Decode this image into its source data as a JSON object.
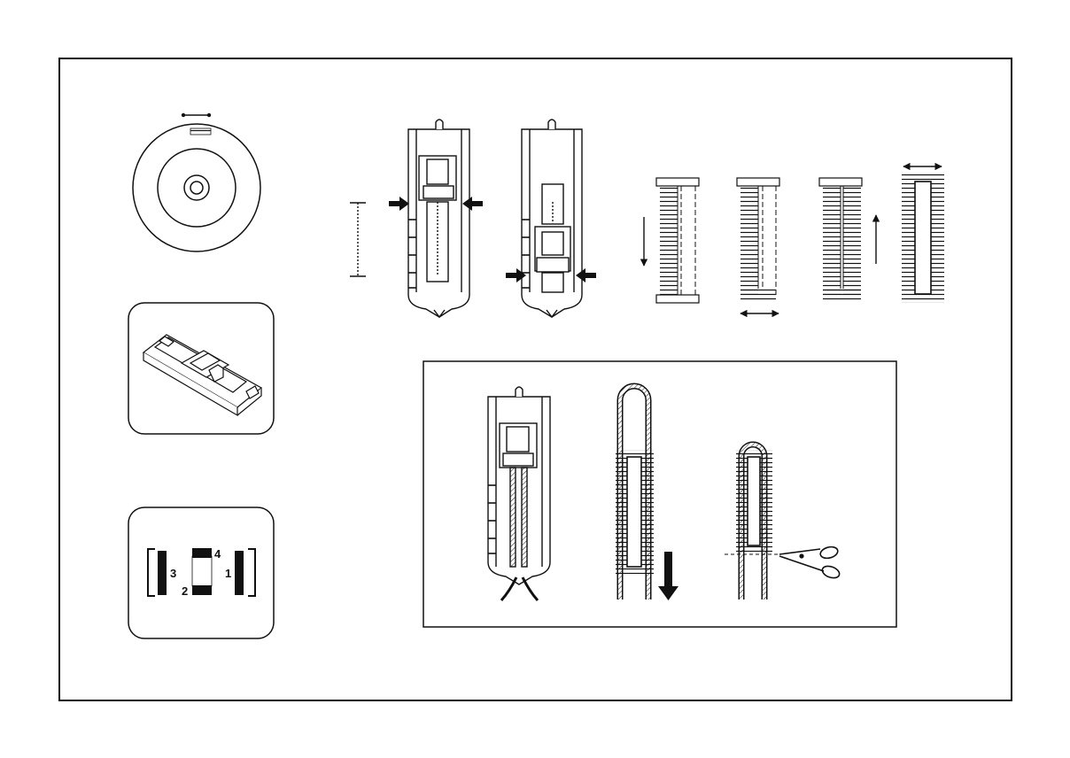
{
  "colors": {
    "ink": "#111111",
    "paper": "#ffffff",
    "dot": "#555555"
  },
  "stitch_pattern_panel": {
    "step_labels": {
      "step1": "1",
      "step2": "2",
      "step3": "3",
      "step4": "4"
    }
  },
  "icons": {
    "dial": "stitch-selector-dial-icon",
    "foot": "buttonhole-presser-foot-icon",
    "pattern": "buttonhole-pattern-icon",
    "scissors": "scissors-icon"
  }
}
